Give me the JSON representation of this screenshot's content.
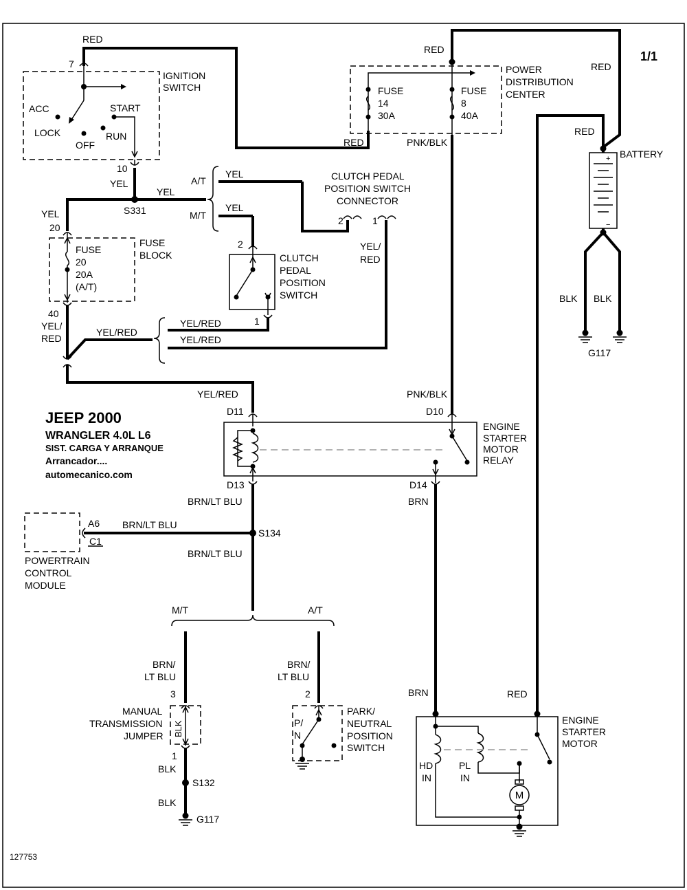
{
  "page_number": "1/1",
  "document_id": "127753",
  "title": {
    "line1": "JEEP 2000",
    "line2": "WRANGLER  4.0L  L6",
    "line3": "SIST. CARGA Y ARRANQUE",
    "line4": "Arrancador....",
    "line5": "automecanico.com"
  },
  "components": {
    "ignition_switch": {
      "label1": "IGNITION",
      "label2": "SWITCH",
      "pos_acc": "ACC",
      "pos_lock": "LOCK",
      "pos_off": "OFF",
      "pos_run": "RUN",
      "pos_start": "START",
      "pin_in": "7",
      "pin_out": "10"
    },
    "power_distribution_center": {
      "label1": "POWER",
      "label2": "DISTRIBUTION",
      "label3": "CENTER"
    },
    "fuse14": {
      "l1": "FUSE",
      "l2": "14",
      "l3": "30A"
    },
    "fuse8": {
      "l1": "FUSE",
      "l2": "8",
      "l3": "40A"
    },
    "fuse_block": {
      "label1": "FUSE",
      "label2": "BLOCK",
      "l1": "FUSE",
      "l2": "20",
      "l3": "20A",
      "l4": "(A/T)",
      "pin_in": "20",
      "pin_out": "40"
    },
    "battery": {
      "label": "BATTERY",
      "plus": "+",
      "minus": "−"
    },
    "clutch_connector": {
      "label1": "CLUTCH PEDAL",
      "label2": "POSITION SWITCH",
      "label3": "CONNECTOR",
      "pin2": "2",
      "pin1": "1"
    },
    "clutch_switch": {
      "label1": "CLUTCH",
      "label2": "PEDAL",
      "label3": "POSITION",
      "label4": "SWITCH",
      "pin_top": "2",
      "pin_bottom": "1"
    },
    "starter_relay": {
      "label1": "ENGINE",
      "label2": "STARTER",
      "label3": "MOTOR",
      "label4": "RELAY",
      "d11": "D11",
      "d10": "D10",
      "d13": "D13",
      "d14": "D14"
    },
    "pcm": {
      "label1": "POWERTRAIN",
      "label2": "CONTROL",
      "label3": "MODULE",
      "pin_a6": "A6",
      "pin_c1": "C1"
    },
    "manual_jumper": {
      "label1": "MANUAL",
      "label2": "TRANSMISSION",
      "label3": "JUMPER",
      "wire": "BLK",
      "pin_top": "3",
      "pin_bottom": "1"
    },
    "park_neutral": {
      "label1": "PARK/",
      "label2": "NEUTRAL",
      "label3": "POSITION",
      "label4": "SWITCH",
      "pn1": "P/",
      "pn2": "N",
      "pin": "2"
    },
    "starter_motor": {
      "label1": "ENGINE",
      "label2": "STARTER",
      "label3": "MOTOR",
      "hd1": "HD",
      "hd2": "IN",
      "pl1": "PL",
      "pl2": "IN",
      "motor": "M"
    }
  },
  "splices": {
    "s331": "S331",
    "s134": "S134",
    "s132": "S132"
  },
  "grounds": {
    "g117_battery": "G117",
    "g117_bottom": "G117"
  },
  "option_labels": {
    "at": "A/T",
    "mt": "M/T"
  },
  "wire_labels": {
    "red_top": "RED",
    "red_pdc": "RED",
    "red_right": "RED",
    "red_battery": "RED",
    "red_fuse14": "RED",
    "pnk_blk_top": "PNK/BLK",
    "pnk_blk_relay": "PNK/BLK",
    "yel_ign": "YEL",
    "yel_s331": "YEL",
    "yel_left": "YEL",
    "yel_at": "YEL",
    "yel_mt": "YEL",
    "yel_red_conn1": "YEL/",
    "yel_red_conn2": "RED",
    "yel_red_fb1": "YEL/",
    "yel_red_fb2": "RED",
    "yel_red_sw": "YEL/RED",
    "yel_red_conn": "YEL/RED",
    "yel_red_branch": "YEL/RED",
    "yel_red_relay": "YEL/RED",
    "brn_lt_blu_relay": "BRN/LT BLU",
    "brn_lt_blu_pcm": "BRN/LT BLU",
    "brn_lt_blu_s134": "BRN/LT BLU",
    "brn_lt_blu_mt1": "BRN/",
    "brn_lt_blu_mt2": "LT BLU",
    "brn_lt_blu_at1": "BRN/",
    "brn_lt_blu_at2": "LT BLU",
    "brn_relay": "BRN",
    "brn_starter": "BRN",
    "red_starter": "RED",
    "blk_bat1": "BLK",
    "blk_bat2": "BLK",
    "blk_jumper": "BLK",
    "blk_ground": "BLK"
  },
  "colors": {
    "wire": "#000000",
    "background": "#ffffff",
    "separator": "#999999"
  }
}
